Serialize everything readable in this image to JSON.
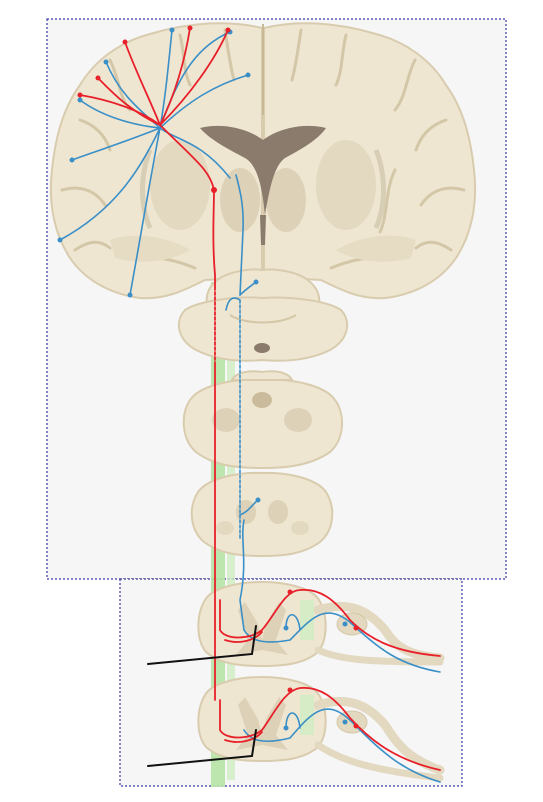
{
  "figure": {
    "panels": [
      {
        "id": "brain-brainstem-panel",
        "frame_style": "dotted"
      },
      {
        "id": "spinal-cord-panel",
        "frame_style": "dotted"
      }
    ],
    "pathways": [
      {
        "id": "descending-motor-pathway",
        "color": "#e8202a"
      },
      {
        "id": "ascending-sensory-pathway",
        "color": "#3a8fc7"
      },
      {
        "id": "spinal-tract-column",
        "color": "#b7e3a6"
      }
    ],
    "pointer_lines": 2
  },
  "colors": {
    "tissue": "#efe6d2",
    "tissue_stroke": "#d9ccae",
    "grey_matter": "#d8ceb6",
    "ventricle": "#8a7b6c",
    "frame": "#3a3aa0",
    "panel_bg": "#f6f6f6",
    "red": "#e8202a",
    "blue": "#3a8fc7",
    "green": "#b7e3a6",
    "pointer": "#111111"
  }
}
